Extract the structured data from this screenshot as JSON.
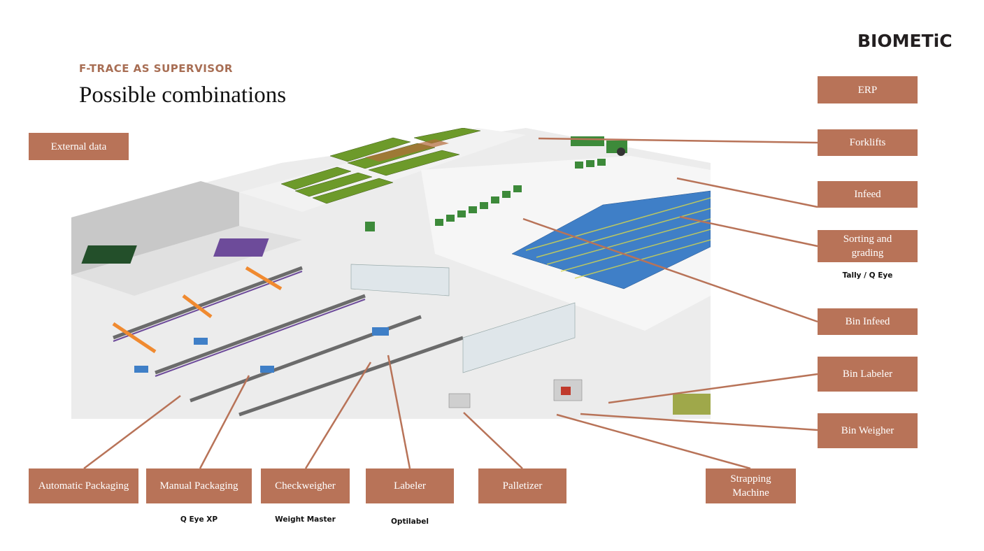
{
  "header": {
    "logo": "BIOMETiC",
    "subtitle": "F-TRACE AS SUPERVISOR",
    "title": "Possible combinations"
  },
  "boxes": {
    "external_data": "External data",
    "erp": "ERP",
    "forklifts": "Forklifts",
    "infeed": "Infeed",
    "sorting_grading": "Sorting and grading",
    "bin_infeed": "Bin Infeed",
    "bin_labeler": "Bin Labeler",
    "bin_weigher": "Bin Weigher",
    "automatic_packaging": "Automatic Packaging",
    "manual_packaging": "Manual Packaging",
    "checkweigher": "Checkweigher",
    "labeler": "Labeler",
    "palletizer": "Palletizer",
    "strapping_machine": "Strapping Machine"
  },
  "products": {
    "tally_qeye": "Tally / Q Eye",
    "qeye_xp": "Q Eye XP",
    "weight_master": "Weight Master",
    "optilabel": "Optilabel"
  },
  "colors": {
    "accent": "#b87358",
    "subtitle": "#a86e54",
    "crate_green": "#6d9a2a",
    "sorter_blue": "#3f7fc7"
  }
}
